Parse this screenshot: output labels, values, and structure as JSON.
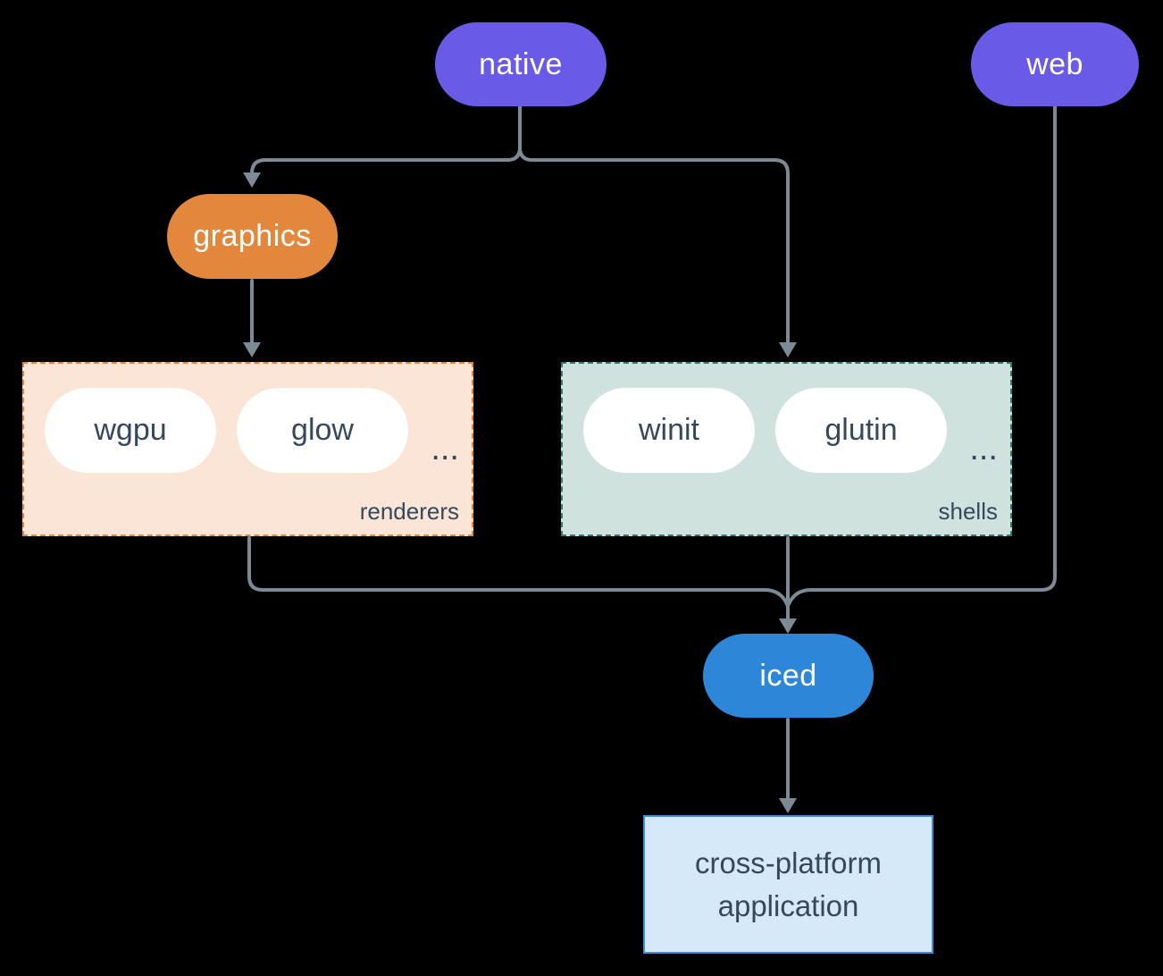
{
  "diagram": {
    "description": "Architecture diagram of the iced GUI ecosystem",
    "nodes": {
      "native": {
        "label": "native"
      },
      "web": {
        "label": "web"
      },
      "graphics": {
        "label": "graphics"
      },
      "iced": {
        "label": "iced"
      },
      "application": {
        "label": "cross-platform application"
      }
    },
    "groups": {
      "renderers": {
        "label": "renderers",
        "items": [
          {
            "label": "wgpu"
          },
          {
            "label": "glow"
          }
        ],
        "ellipsis": "..."
      },
      "shells": {
        "label": "shells",
        "items": [
          {
            "label": "winit"
          },
          {
            "label": "glutin"
          }
        ],
        "ellipsis": "..."
      }
    },
    "edges": [
      {
        "from": "native",
        "to": "graphics"
      },
      {
        "from": "native",
        "to": "shells"
      },
      {
        "from": "graphics",
        "to": "renderers"
      },
      {
        "from": "renderers",
        "to": "iced"
      },
      {
        "from": "shells",
        "to": "iced"
      },
      {
        "from": "web",
        "to": "iced"
      },
      {
        "from": "iced",
        "to": "application"
      }
    ],
    "colors": {
      "background": "#000000",
      "purple_node": "#6A5AE8",
      "orange_node": "#E2873B",
      "blue_node": "#2E86D8",
      "renderers_box_bg": "#FAE5D6",
      "renderers_box_border": "#E2873B",
      "shells_box_bg": "#D0E2DD",
      "shells_box_border": "#2E7D6E",
      "app_box_bg": "#D6E9F8",
      "app_box_border": "#3F8CDB",
      "item_pill_bg": "#FFFFFF",
      "dark_text": "#36495C",
      "node_text": "#FFFFFF",
      "connector_line": "#7C8A96"
    }
  }
}
